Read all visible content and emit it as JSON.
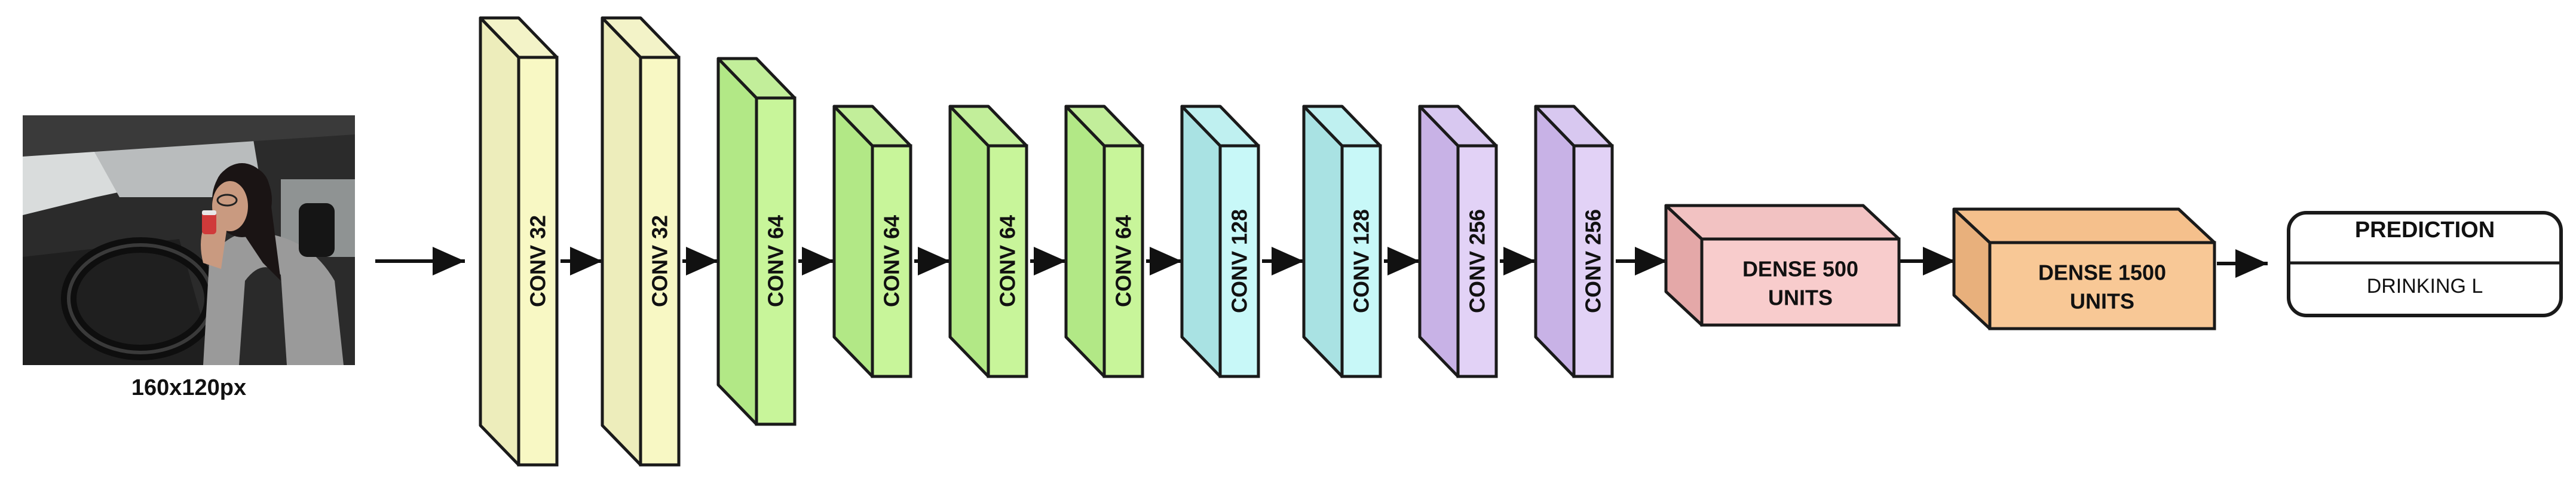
{
  "input": {
    "caption": "160x120px"
  },
  "layers": [
    {
      "label": "CONV 32",
      "front": "#f8f8c4",
      "side": "#ededbb",
      "top": "#f3f3c8"
    },
    {
      "label": "CONV 32",
      "front": "#f8f8c4",
      "side": "#ededbb",
      "top": "#f3f3c8"
    },
    {
      "label": "CONV 64",
      "front": "#c8f59a",
      "side": "#b2e886",
      "top": "#c2ee9a"
    },
    {
      "label": "CONV 64",
      "front": "#c8f59a",
      "side": "#b2e886",
      "top": "#c2ee9a"
    },
    {
      "label": "CONV 64",
      "front": "#c8f59a",
      "side": "#b2e886",
      "top": "#c2ee9a"
    },
    {
      "label": "CONV 64",
      "front": "#c8f59a",
      "side": "#b2e886",
      "top": "#c2ee9a"
    },
    {
      "label": "CONV 128",
      "front": "#c8f8f8",
      "side": "#a9e2e3",
      "top": "#bff0f0"
    },
    {
      "label": "CONV 128",
      "front": "#c8f8f8",
      "side": "#a9e2e3",
      "top": "#bff0f0"
    },
    {
      "label": "CONV 256",
      "front": "#e2d2f6",
      "side": "#c8b2e6",
      "top": "#d8c8f0"
    },
    {
      "label": "CONV 256",
      "front": "#e2d2f6",
      "side": "#c8b2e6",
      "top": "#d8c8f0"
    }
  ],
  "dense": [
    {
      "line1": "DENSE 500",
      "line2": "UNITS",
      "front": "#f8cccc",
      "side": "#e4a8a8",
      "top": "#f2c2c2"
    },
    {
      "line1": "DENSE 1500",
      "line2": "UNITS",
      "front": "#f8c896",
      "side": "#e8b07c",
      "top": "#f5c08c"
    }
  ],
  "prediction": {
    "title": "PREDICTION",
    "value": "DRINKING L"
  },
  "colors": {
    "stroke": "#1a1a1a",
    "arrow": "#111111"
  }
}
